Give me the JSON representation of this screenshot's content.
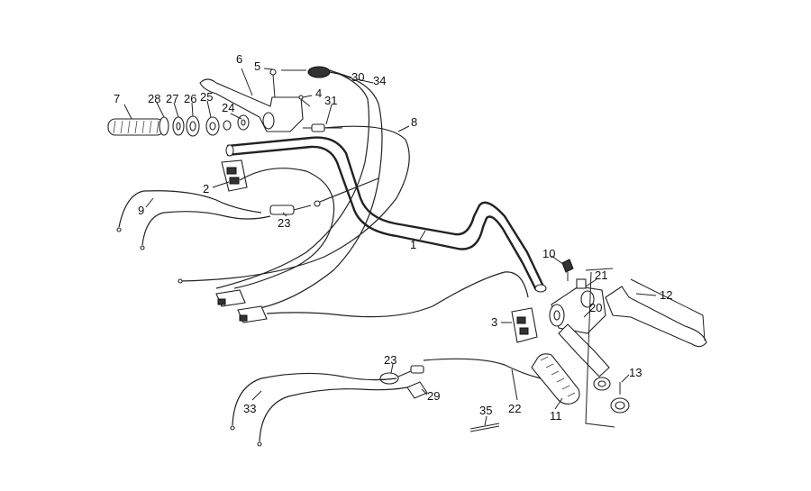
{
  "diagram": {
    "callouts": [
      {
        "id": "c1",
        "text": "1"
      },
      {
        "id": "c2",
        "text": "2"
      },
      {
        "id": "c3",
        "text": "3"
      },
      {
        "id": "c4",
        "text": "4"
      },
      {
        "id": "c5",
        "text": "5"
      },
      {
        "id": "c6",
        "text": "6"
      },
      {
        "id": "c7",
        "text": "7"
      },
      {
        "id": "c8",
        "text": "8"
      },
      {
        "id": "c9",
        "text": "9"
      },
      {
        "id": "c10",
        "text": "10"
      },
      {
        "id": "c11",
        "text": "11"
      },
      {
        "id": "c12",
        "text": "12"
      },
      {
        "id": "c13",
        "text": "13"
      },
      {
        "id": "c20",
        "text": "20"
      },
      {
        "id": "c21",
        "text": "21"
      },
      {
        "id": "c22",
        "text": "22"
      },
      {
        "id": "c23a",
        "text": "23"
      },
      {
        "id": "c23b",
        "text": "23"
      },
      {
        "id": "c24",
        "text": "24"
      },
      {
        "id": "c25",
        "text": "25"
      },
      {
        "id": "c26",
        "text": "26"
      },
      {
        "id": "c27",
        "text": "27"
      },
      {
        "id": "c28",
        "text": "28"
      },
      {
        "id": "c29",
        "text": "29"
      },
      {
        "id": "c30",
        "text": "30"
      },
      {
        "id": "c31",
        "text": "31"
      },
      {
        "id": "c33",
        "text": "33"
      },
      {
        "id": "c34",
        "text": "34"
      },
      {
        "id": "c35",
        "text": "35"
      }
    ]
  }
}
